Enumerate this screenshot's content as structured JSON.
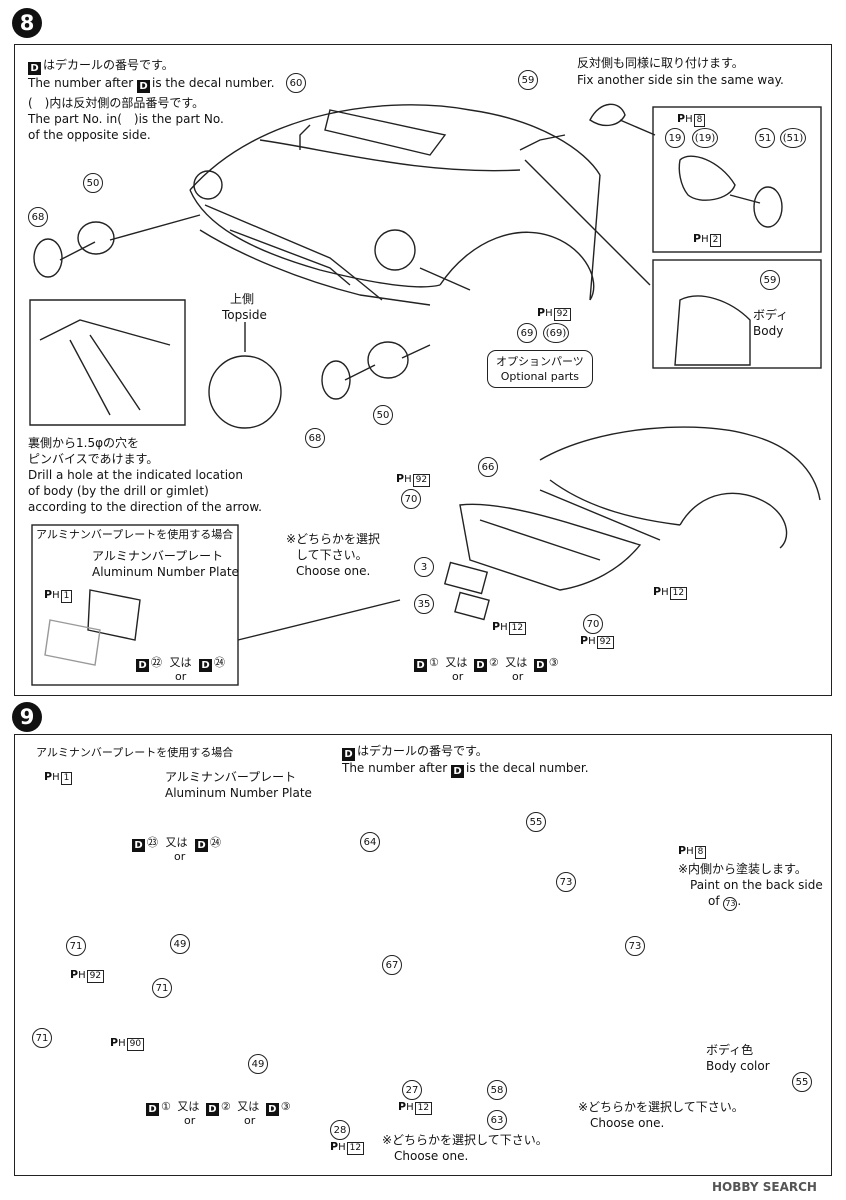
{
  "step8": {
    "number": "8",
    "decal_note_ja": "はデカールの番号です。",
    "decal_note_en": "The number after",
    "decal_note_en2": "is the decal number.",
    "decal_letter": "D",
    "opposite_ja": "(　)内は反対側の部品番号です。",
    "opposite_en1": "The part No. in(　)is the part No.",
    "opposite_en2": "of the opposite side.",
    "fix_ja": "反対側も同様に取り付けます。",
    "fix_en": "Fix another side sin the same way.",
    "topside_ja": "上側",
    "topside_en": "Topside",
    "drill_ja1": "裏側から1.5φの穴を",
    "drill_ja2": "ピンバイスであけます。",
    "drill_en1": "Drill a hole at the indicated location",
    "drill_en2": "of body (by the drill or gimlet)",
    "drill_en3": "according to the direction of the arrow.",
    "option_ja": "オプションパーツ",
    "option_en": "Optional parts",
    "alu_title": "アルミナンバープレートを使用する場合",
    "alu_ja": "アルミナンバープレート",
    "alu_en": "Aluminum Number Plate",
    "choose_ja1": "※どちらかを選択",
    "choose_ja2": "して下さい。",
    "choose_en": "Choose one.",
    "body_ja": "ボディ",
    "body_en": "Body",
    "or_ja": "又は",
    "or_en": "or",
    "parts": [
      "60",
      "59",
      "50",
      "68",
      "19",
      "(19)",
      "51",
      "(51)",
      "59",
      "69",
      "(69)",
      "50",
      "68",
      "66",
      "70",
      "3",
      "35",
      "70"
    ],
    "ph_labels": [
      "8",
      "2",
      "92",
      "92",
      "12",
      "1",
      "12",
      "92"
    ],
    "ph_prefix": "P",
    "ph_sub": "H",
    "decals_alu": [
      "㉒",
      "㉔"
    ],
    "decals_plate": [
      "①",
      "②",
      "③"
    ]
  },
  "step9": {
    "number": "9",
    "alu_title": "アルミナンバープレートを使用する場合",
    "alu_ja": "アルミナンバープレート",
    "alu_en": "Aluminum Number Plate",
    "decal_letter": "D",
    "decal_note_ja": "はデカールの番号です。",
    "decal_note_en": "The number after",
    "decal_note_en2": "is the decal number.",
    "paint_ja": "※内側から塗装します。",
    "paint_en1": "Paint on the back side",
    "paint_en2": "of",
    "paint_part": "73",
    "body_color_ja": "ボディ色",
    "body_color_en": "Body color",
    "choose_ja": "※どちらかを選択して下さい。",
    "choose_en": "Choose one.",
    "or_ja": "又は",
    "or_en": "or",
    "parts": [
      "64",
      "55",
      "73",
      "73",
      "71",
      "49",
      "67",
      "71",
      "71",
      "49",
      "27",
      "28",
      "58",
      "63",
      "55"
    ],
    "ph_labels": [
      "1",
      "8",
      "92",
      "90",
      "12",
      "12"
    ],
    "decals_alu": [
      "㉓",
      "㉔"
    ],
    "decals_plate": [
      "①",
      "②",
      "③"
    ]
  },
  "watermark": "HOBBY SEARCH"
}
